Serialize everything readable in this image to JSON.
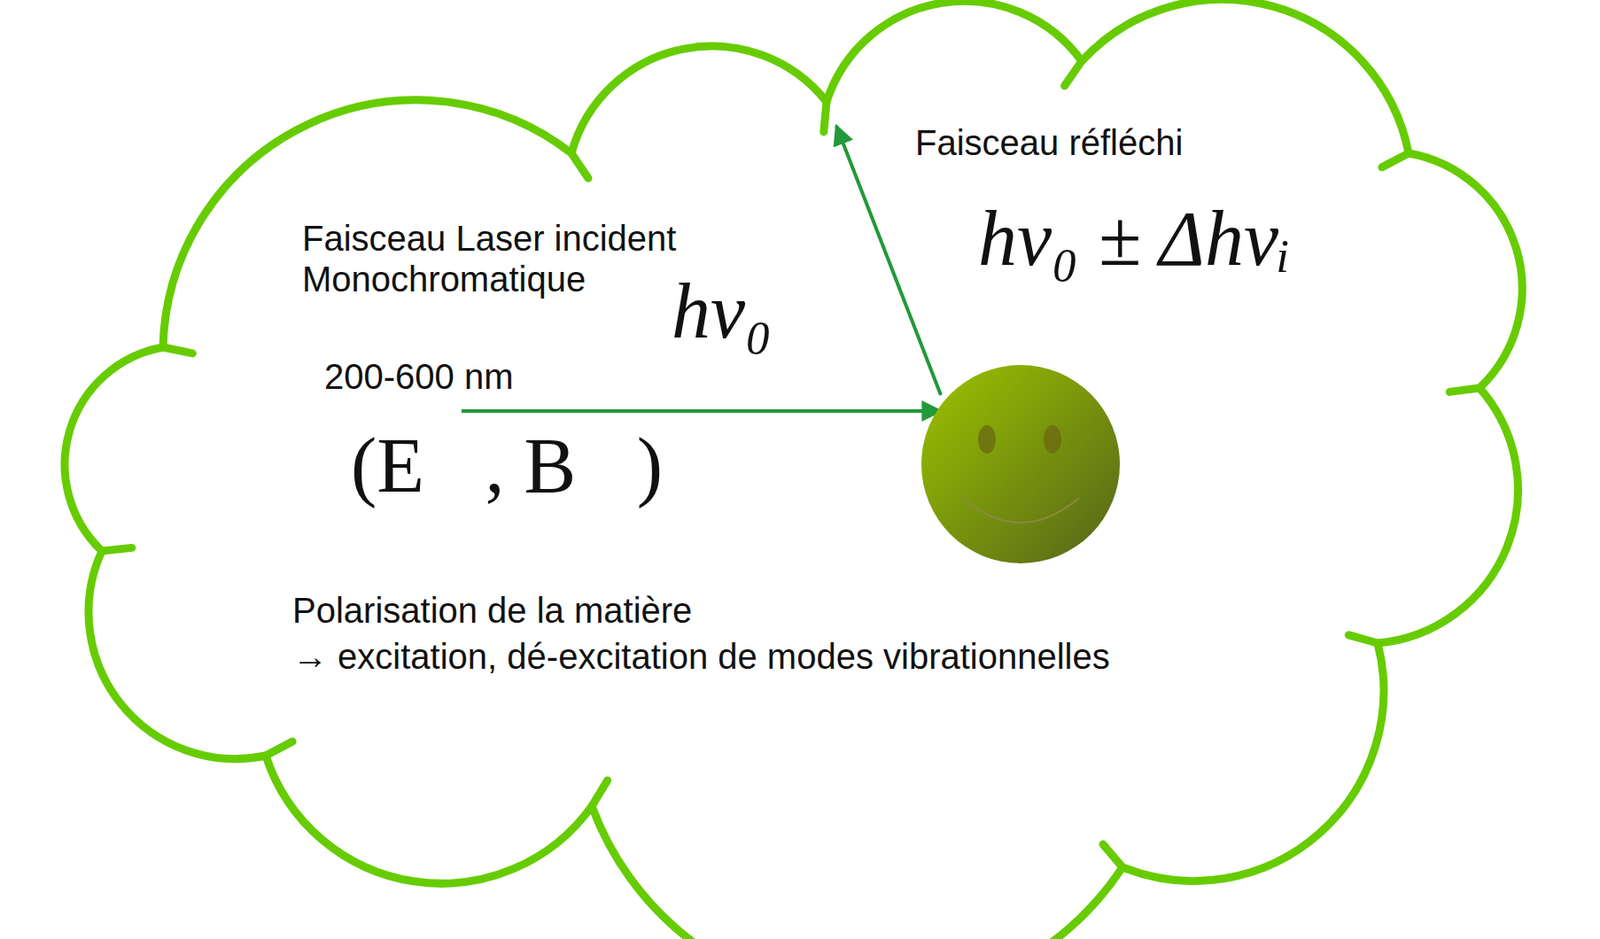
{
  "diagram": {
    "nodes": [
      {
        "text": [
          "Faisceau Laser incident Monochromatique",
          "hν₀",
          "200-600 nm",
          "(E⃗, B⃗)",
          "Faisceau réfléchi",
          "hν₀ ± Δhνᵢ",
          "Polarisation de la matière",
          "→ excitation, dé-excitation de modes vibrationnelles"
        ]
      }
    ]
  }
}
